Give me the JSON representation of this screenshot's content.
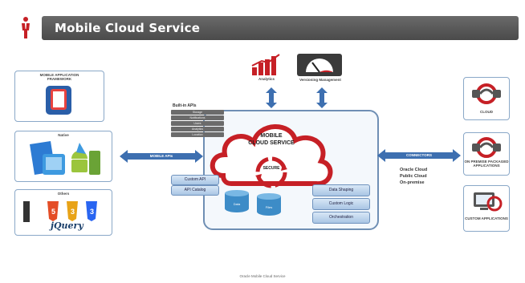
{
  "title": "Mobile Cloud Service",
  "left_panels": [
    {
      "label": "MOBILE APPLICATION FRAMEWORK",
      "icon": "mobile-framework-icon"
    },
    {
      "label": "Native",
      "icon": "native-platforms-icon"
    },
    {
      "label": "Others",
      "icon": "web-tech-icon"
    }
  ],
  "jquery_text": "jQuery",
  "top_items": [
    {
      "label": "Analytics",
      "icon": "bar-chart-icon"
    },
    {
      "label": "Versioning Management",
      "icon": "gauge-icon"
    }
  ],
  "built_in_apis_label": "Built-in APIs",
  "api_list": [
    "Storage",
    "Notifications",
    "Users",
    "Analytics",
    "Location"
  ],
  "left_arrow_label": "MOBILE APIs",
  "right_arrow_label": "CONNECTORS",
  "cloud_title_line1": "MOBILE",
  "cloud_title_line2": "CLOUD SERVICE",
  "secure_label": "SECURE",
  "custom_buttons": [
    "Custom API",
    "API Catalog"
  ],
  "databases": [
    {
      "label": "Data"
    },
    {
      "label": "Files"
    }
  ],
  "right_buttons": [
    "Data Shaping",
    "Custom Logic",
    "Orchestration"
  ],
  "deploy_text": [
    "Oracle Cloud",
    "Public Cloud",
    "On-premise"
  ],
  "right_panels": [
    {
      "label": "CLOUD",
      "icon": "cloud-connect-icon"
    },
    {
      "label": "ON PREMISE PACKAGED APPLICATIONS",
      "icon": "on-premise-icon"
    },
    {
      "label": "CUSTOM APPLICATIONS",
      "icon": "custom-apps-icon"
    }
  ],
  "footer": "Oracle Mobile Cloud Service",
  "colors": {
    "accent_red": "#c62026",
    "accent_blue": "#3d6fb0",
    "title_bar": "#555555"
  }
}
